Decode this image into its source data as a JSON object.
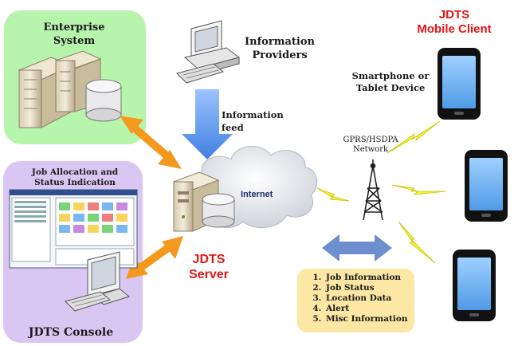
{
  "labels": {
    "enterprise_system": [
      "Enterprise",
      "System"
    ],
    "information_providers": [
      "Information",
      "Providers"
    ],
    "information_feed": [
      "Information",
      "feed"
    ],
    "jdts_mobile_client": [
      "JDTS",
      "Mobile Client"
    ],
    "device": [
      "Smartphone or",
      "Tablet Device"
    ],
    "network": [
      "GPRS/HSDPA",
      "Network"
    ],
    "internet": "Internet",
    "job_allocation": [
      "Job Allocation and",
      "Status Indication"
    ],
    "jdts_server": [
      "JDTS",
      "Server"
    ],
    "jdts_console": "JDTS Console"
  },
  "data_types": [
    "Job Information",
    "Job Status",
    "Location Data",
    "Alert",
    "Misc Information"
  ],
  "colors": {
    "enterprise_panel": "#b7f5ad",
    "console_panel": "#dac6f2",
    "list_panel": "#fde7a4",
    "accent_red": "#e31515",
    "link_arrow": "#f39a1e",
    "feed_arrow": "#3f7fe0",
    "data_arrow": "#6e8fcf",
    "signal": "#f5f236"
  },
  "icons": [
    "enterprise-server-icon",
    "enterprise-database-icon",
    "information-provider-computer-icon",
    "internet-cloud-icon",
    "jdts-server-icon",
    "jdts-database-icon",
    "console-monitor-icon",
    "job-allocation-screen-icon",
    "cell-tower-icon",
    "wireless-signal-icon",
    "smartphone-icon"
  ]
}
